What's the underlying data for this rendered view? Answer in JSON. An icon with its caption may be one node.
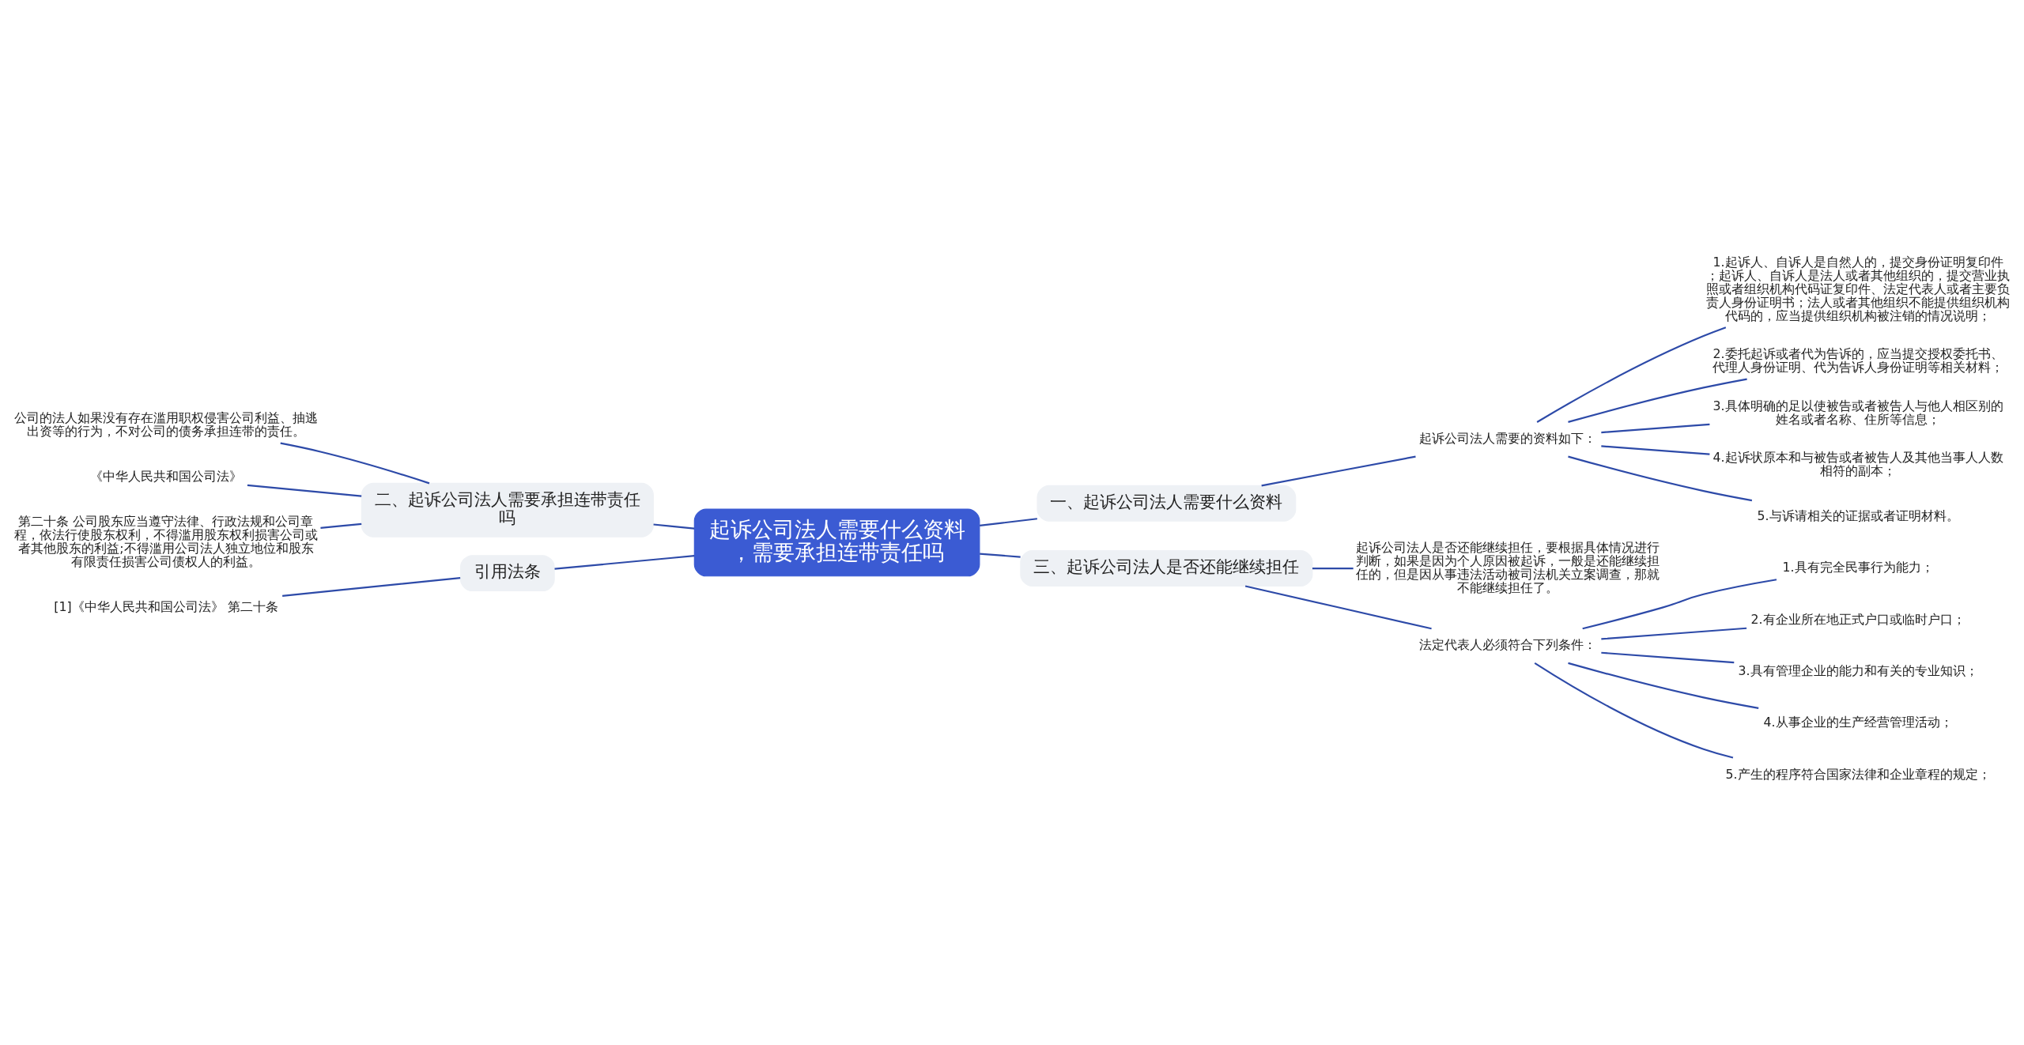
{
  "diagram": {
    "nodes": [
      {
        "text": [
          "起诉公司法人需要什么资料，需要承担连带责任吗"
        ]
      },
      {
        "text": [
          "二、起诉公司法人需要承担连带责任吗"
        ]
      },
      {
        "text": [
          "公司的法人如果没有存在滥用职权侵害公司利益、抽逃出资等的行为，不对公司的债务承担连带的责任。"
        ]
      },
      {
        "text": [
          "《中华人民共和国公司法》"
        ]
      },
      {
        "text": [
          "第二十条 公司股东应当遵守法律、行政法规和公司章程，依法行使股东权利，不得滥用股东权利损害公司或者其他股东的利益;不得滥用公司法人独立地位和股东有限责任损害公司债权人的利益。"
        ]
      },
      {
        "text": [
          "引用法条"
        ]
      },
      {
        "text": [
          "[1]《中华人民共和国公司法》 第二十条"
        ]
      },
      {
        "text": [
          "一、起诉公司法人需要什么资料"
        ]
      },
      {
        "text": [
          "起诉公司法人需要的资料如下："
        ]
      },
      {
        "text": [
          "1.起诉人、自诉人是自然人的，提交身份证明复印件；起诉人、自诉人是法人或者其他组织的，提交营业执照或者组织机构代码证复印件、法定代表人或者主要负责人身份证明书；法人或者其他组织不能提供组织机构代码的，应当提供组织机构被注销的情况说明；"
        ]
      },
      {
        "text": [
          "2.委托起诉或者代为告诉的，应当提交授权委托书、代理人身份证明、代为告诉人身份证明等相关材料；"
        ]
      },
      {
        "text": [
          "3.具体明确的足以使被告或者被告人与他人相区别的姓名或者名称、住所等信息；"
        ]
      },
      {
        "text": [
          "4.起诉状原本和与被告或者被告人及其他当事人人数相符的副本；"
        ]
      },
      {
        "text": [
          "5.与诉请相关的证据或者证明材料。"
        ]
      },
      {
        "text": [
          "三、起诉公司法人是否还能继续担任"
        ]
      },
      {
        "text": [
          "起诉公司法人是否还能继续担任，要根据具体情况进行判断，如果是因为个人原因被起诉，一般是还能继续担任的，但是因从事违法活动被司法机关立案调查，那就不能继续担任了。"
        ]
      },
      {
        "text": [
          "法定代表人必须符合下列条件："
        ]
      },
      {
        "text": [
          "1.具有完全民事行为能力；"
        ]
      },
      {
        "text": [
          "2.有企业所在地正式户口或临时户口；"
        ]
      },
      {
        "text": [
          "3.具有管理企业的能力和有关的专业知识；"
        ]
      },
      {
        "text": [
          "4.从事企业的生产经营管理活动；"
        ]
      },
      {
        "text": [
          "5.产生的程序符合国家法律和企业章程的规定；"
        ]
      }
    ],
    "edges": [
      {
        "from": 0,
        "to": 1,
        "arrow": "none"
      },
      {
        "from": 1,
        "to": 2,
        "arrow": "none"
      },
      {
        "from": 1,
        "to": 3,
        "arrow": "none"
      },
      {
        "from": 1,
        "to": 4,
        "arrow": "none"
      },
      {
        "from": 0,
        "to": 5,
        "arrow": "none"
      },
      {
        "from": 5,
        "to": 6,
        "arrow": "none"
      },
      {
        "from": 0,
        "to": 7,
        "arrow": "none"
      },
      {
        "from": 7,
        "to": 8,
        "arrow": "none"
      },
      {
        "from": 8,
        "to": 9,
        "arrow": "none"
      },
      {
        "from": 8,
        "to": 10,
        "arrow": "none"
      },
      {
        "from": 8,
        "to": 11,
        "arrow": "none"
      },
      {
        "from": 8,
        "to": 12,
        "arrow": "none"
      },
      {
        "from": 8,
        "to": 13,
        "arrow": "none"
      },
      {
        "from": 0,
        "to": 14,
        "arrow": "none"
      },
      {
        "from": 14,
        "to": 15,
        "arrow": "none"
      },
      {
        "from": 14,
        "to": 16,
        "arrow": "none"
      },
      {
        "from": 16,
        "to": 17,
        "arrow": "none"
      },
      {
        "from": 16,
        "to": 18,
        "arrow": "none"
      },
      {
        "from": 16,
        "to": 19,
        "arrow": "none"
      },
      {
        "from": 16,
        "to": 20,
        "arrow": "none"
      },
      {
        "from": 16,
        "to": 21,
        "arrow": "none"
      }
    ]
  }
}
